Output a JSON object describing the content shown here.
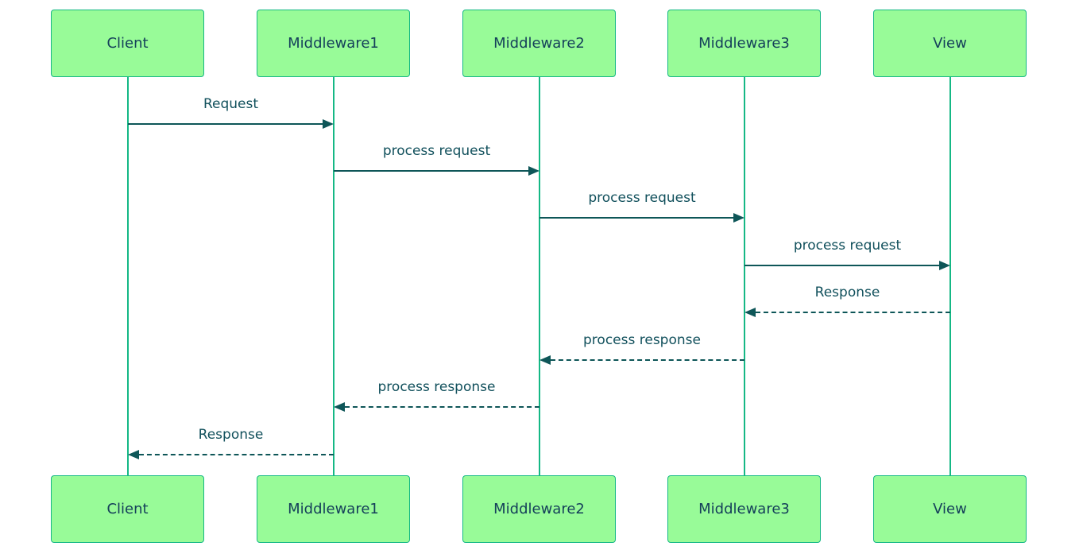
{
  "diagram": {
    "type": "sequence-diagram",
    "actors": [
      {
        "id": "client",
        "label": "Client"
      },
      {
        "id": "middleware1",
        "label": "Middleware1"
      },
      {
        "id": "middleware2",
        "label": "Middleware2"
      },
      {
        "id": "middleware3",
        "label": "Middleware3"
      },
      {
        "id": "view",
        "label": "View"
      }
    ],
    "messages": [
      {
        "from": "Client",
        "to": "Middleware1",
        "label": "Request",
        "line": "solid",
        "direction": "right"
      },
      {
        "from": "Middleware1",
        "to": "Middleware2",
        "label": "process request",
        "line": "solid",
        "direction": "right"
      },
      {
        "from": "Middleware2",
        "to": "Middleware3",
        "label": "process request",
        "line": "solid",
        "direction": "right"
      },
      {
        "from": "Middleware3",
        "to": "View",
        "label": "process request",
        "line": "solid",
        "direction": "right"
      },
      {
        "from": "View",
        "to": "Middleware3",
        "label": "Response",
        "line": "dashed",
        "direction": "left"
      },
      {
        "from": "Middleware3",
        "to": "Middleware2",
        "label": "process response",
        "line": "dashed",
        "direction": "left"
      },
      {
        "from": "Middleware2",
        "to": "Middleware1",
        "label": "process response",
        "line": "dashed",
        "direction": "left"
      },
      {
        "from": "Middleware1",
        "to": "Client",
        "label": "Response",
        "line": "dashed",
        "direction": "left"
      }
    ],
    "colors": {
      "background": "#ffffff",
      "actor_fill": "#98fb98",
      "actor_border": "#15b885",
      "lifeline": "#15b885",
      "signal_line": "#0e5658",
      "signal_text": "#11505c",
      "actor_text": "#15405a"
    }
  }
}
